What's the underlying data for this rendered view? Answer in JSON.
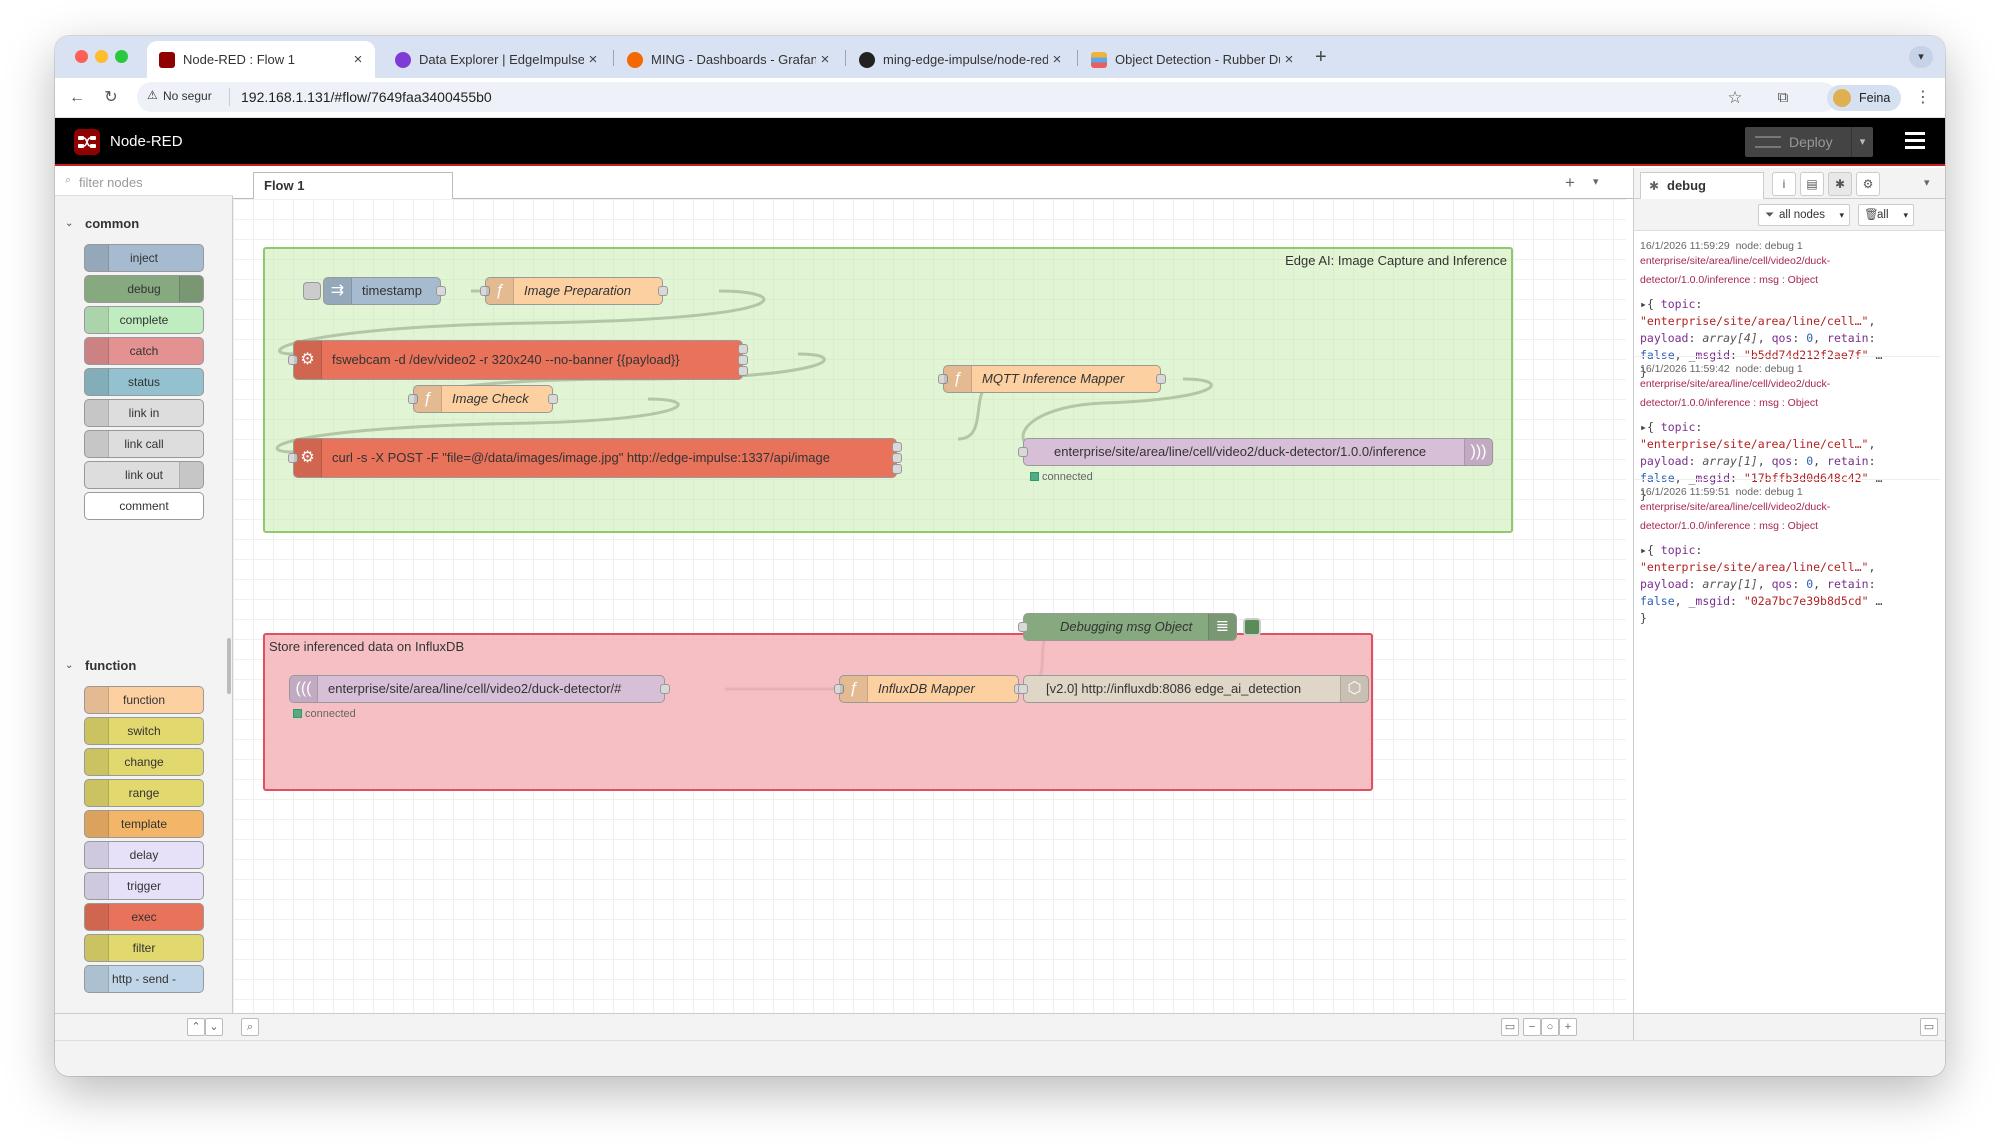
{
  "browser": {
    "tabs": [
      {
        "label": "Node-RED : Flow 1",
        "active": true
      },
      {
        "label": "Data Explorer | EdgeImpulse"
      },
      {
        "label": "MING - Dashboards - Grafana"
      },
      {
        "label": "ming-edge-impulse/node-red"
      },
      {
        "label": "Object Detection - Rubber Duck"
      }
    ],
    "new_tab": "+",
    "security_label": "No segur",
    "url": "192.168.1.131/#flow/7649faa3400455b0",
    "profile_name": "Feina"
  },
  "nodered": {
    "title": "Node-RED",
    "deploy_label": "Deploy"
  },
  "palette": {
    "filter_placeholder": "filter nodes",
    "categories": [
      {
        "label": "common"
      },
      {
        "label": "function"
      }
    ],
    "common_nodes": [
      {
        "label": "inject",
        "color": "#a6bbcf"
      },
      {
        "label": "debug",
        "color": "#87a980"
      },
      {
        "label": "complete",
        "color": "#c0edc0"
      },
      {
        "label": "catch",
        "color": "#e49191"
      },
      {
        "label": "status",
        "color": "#94c1d0"
      },
      {
        "label": "link in",
        "color": "#dddddd"
      },
      {
        "label": "link call",
        "color": "#dddddd"
      },
      {
        "label": "link out",
        "color": "#dddddd"
      },
      {
        "label": "comment",
        "color": "#ffffff"
      }
    ],
    "function_nodes": [
      {
        "label": "function",
        "color": "#fdd0a2"
      },
      {
        "label": "switch",
        "color": "#e2d96e"
      },
      {
        "label": "change",
        "color": "#e2d96e"
      },
      {
        "label": "range",
        "color": "#e2d96e"
      },
      {
        "label": "template",
        "color": "#f3b567"
      },
      {
        "label": "delay",
        "color": "#e6e0f8"
      },
      {
        "label": "trigger",
        "color": "#e6e0f8"
      },
      {
        "label": "exec",
        "color": "#e8725a"
      },
      {
        "label": "filter",
        "color": "#e2d96e"
      },
      {
        "label": "http - send -",
        "color": "#c0d6e8"
      }
    ]
  },
  "workspace": {
    "flow_tab": "Flow 1"
  },
  "groups": {
    "edge_ai": "Edge AI: Image Capture and Inference",
    "influx": "Store inferenced data on InfluxDB"
  },
  "nodes": {
    "timestamp": "timestamp",
    "image_prep": "Image Preparation",
    "fswebcam": "fswebcam -d /dev/video2 -r 320x240 --no-banner {{payload}}",
    "image_check": "Image Check",
    "curl": "curl -s -X POST -F \"file=@/data/images/image.jpg\" http://edge-impulse:1337/api/image",
    "mqtt_mapper": "MQTT Inference Mapper",
    "mqtt_out": "enterprise/site/area/line/cell/video2/duck-detector/1.0.0/inference",
    "mqtt_in": "enterprise/site/area/line/cell/video2/duck-detector/#",
    "influx_mapper": "InfluxDB Mapper",
    "debug_msg": "Debugging msg Object",
    "influx_out": "[v2.0] http://influxdb:8086 edge_ai_detection",
    "status_connected": "connected"
  },
  "sidebar": {
    "tab_label": "debug",
    "filter_nodes": "all nodes",
    "clear_label": "all",
    "messages": [
      {
        "time": "16/1/2026 11:59:29",
        "node": "node: debug 1",
        "topic_line1": "enterprise/site/area/line/cell/video2/duck-",
        "topic_line2": "detector/1.0.0/inference : msg : Object",
        "topic_value": "\"enterprise/site/area/line/cell…\"",
        "payload_value": "array[4]",
        "qos_value": "0",
        "msgid_value": "\"b5dd74d212f2ae7f\""
      },
      {
        "time": "16/1/2026 11:59:42",
        "node": "node: debug 1",
        "topic_line1": "enterprise/site/area/line/cell/video2/duck-",
        "topic_line2": "detector/1.0.0/inference : msg : Object",
        "topic_value": "\"enterprise/site/area/line/cell…\"",
        "payload_value": "array[1]",
        "qos_value": "0",
        "msgid_value": "\"17bffb3d0d648c42\""
      },
      {
        "time": "16/1/2026 11:59:51",
        "node": "node: debug 1",
        "topic_line1": "enterprise/site/area/line/cell/video2/duck-",
        "topic_line2": "detector/1.0.0/inference : msg : Object",
        "topic_value": "\"enterprise/site/area/line/cell…\"",
        "payload_value": "array[1]",
        "qos_value": "0",
        "msgid_value": "\"02a7bc7e39b8d5cd\""
      }
    ]
  }
}
